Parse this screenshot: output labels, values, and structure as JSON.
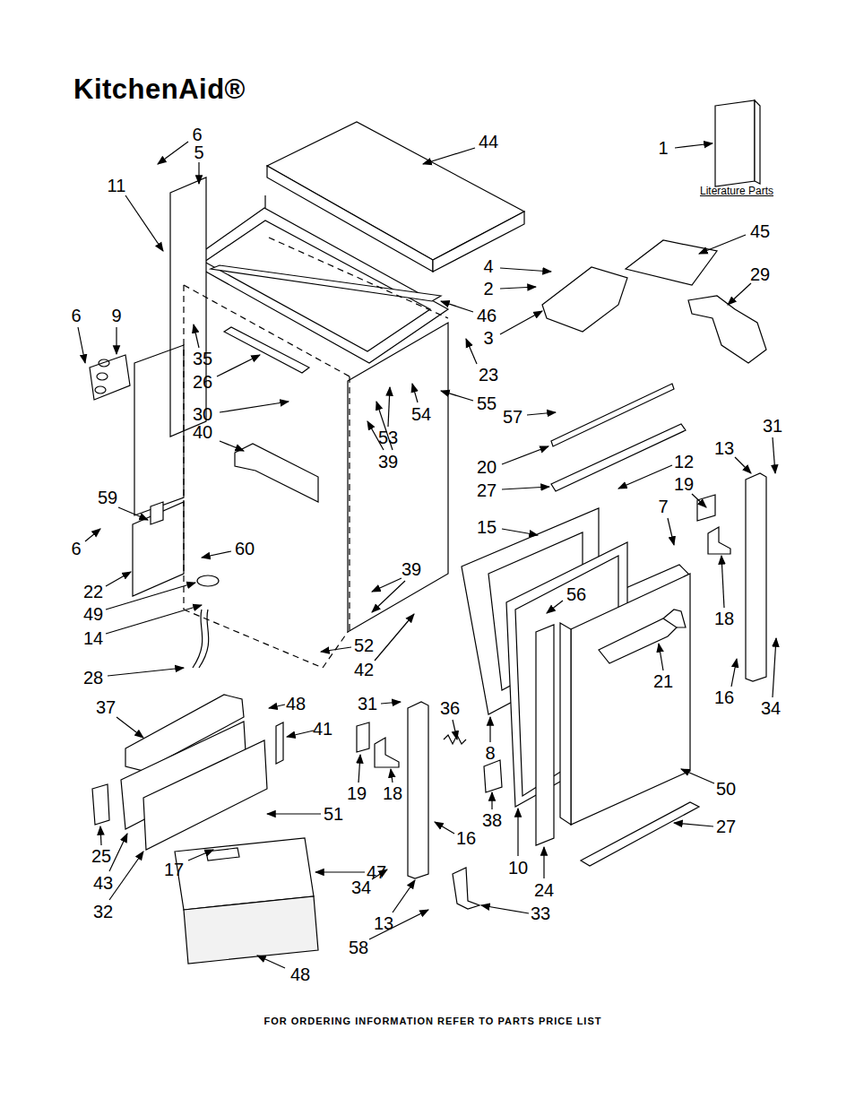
{
  "diagram": {
    "title": "KitchenAid®",
    "caption": "FOR ORDERING INFORMATION REFER TO PARTS PRICE LIST",
    "labels": [
      "6",
      "5",
      "11",
      "44",
      "1",
      "Literature Parts",
      "45",
      "4",
      "2",
      "29",
      "6",
      "9",
      "46",
      "3",
      "35",
      "23",
      "26",
      "54",
      "55",
      "30",
      "53",
      "39",
      "57",
      "31",
      "13",
      "40",
      "20",
      "12",
      "19",
      "27",
      "7",
      "59",
      "15",
      "6",
      "60",
      "39",
      "22",
      "56",
      "49",
      "18",
      "14",
      "21",
      "52",
      "28",
      "16",
      "34",
      "42",
      "37",
      "48",
      "31",
      "41",
      "36",
      "8",
      "19",
      "18",
      "50",
      "51",
      "38",
      "27",
      "25",
      "16",
      "17",
      "43",
      "47",
      "10",
      "24",
      "34",
      "13",
      "32",
      "33",
      "58",
      "48"
    ]
  }
}
